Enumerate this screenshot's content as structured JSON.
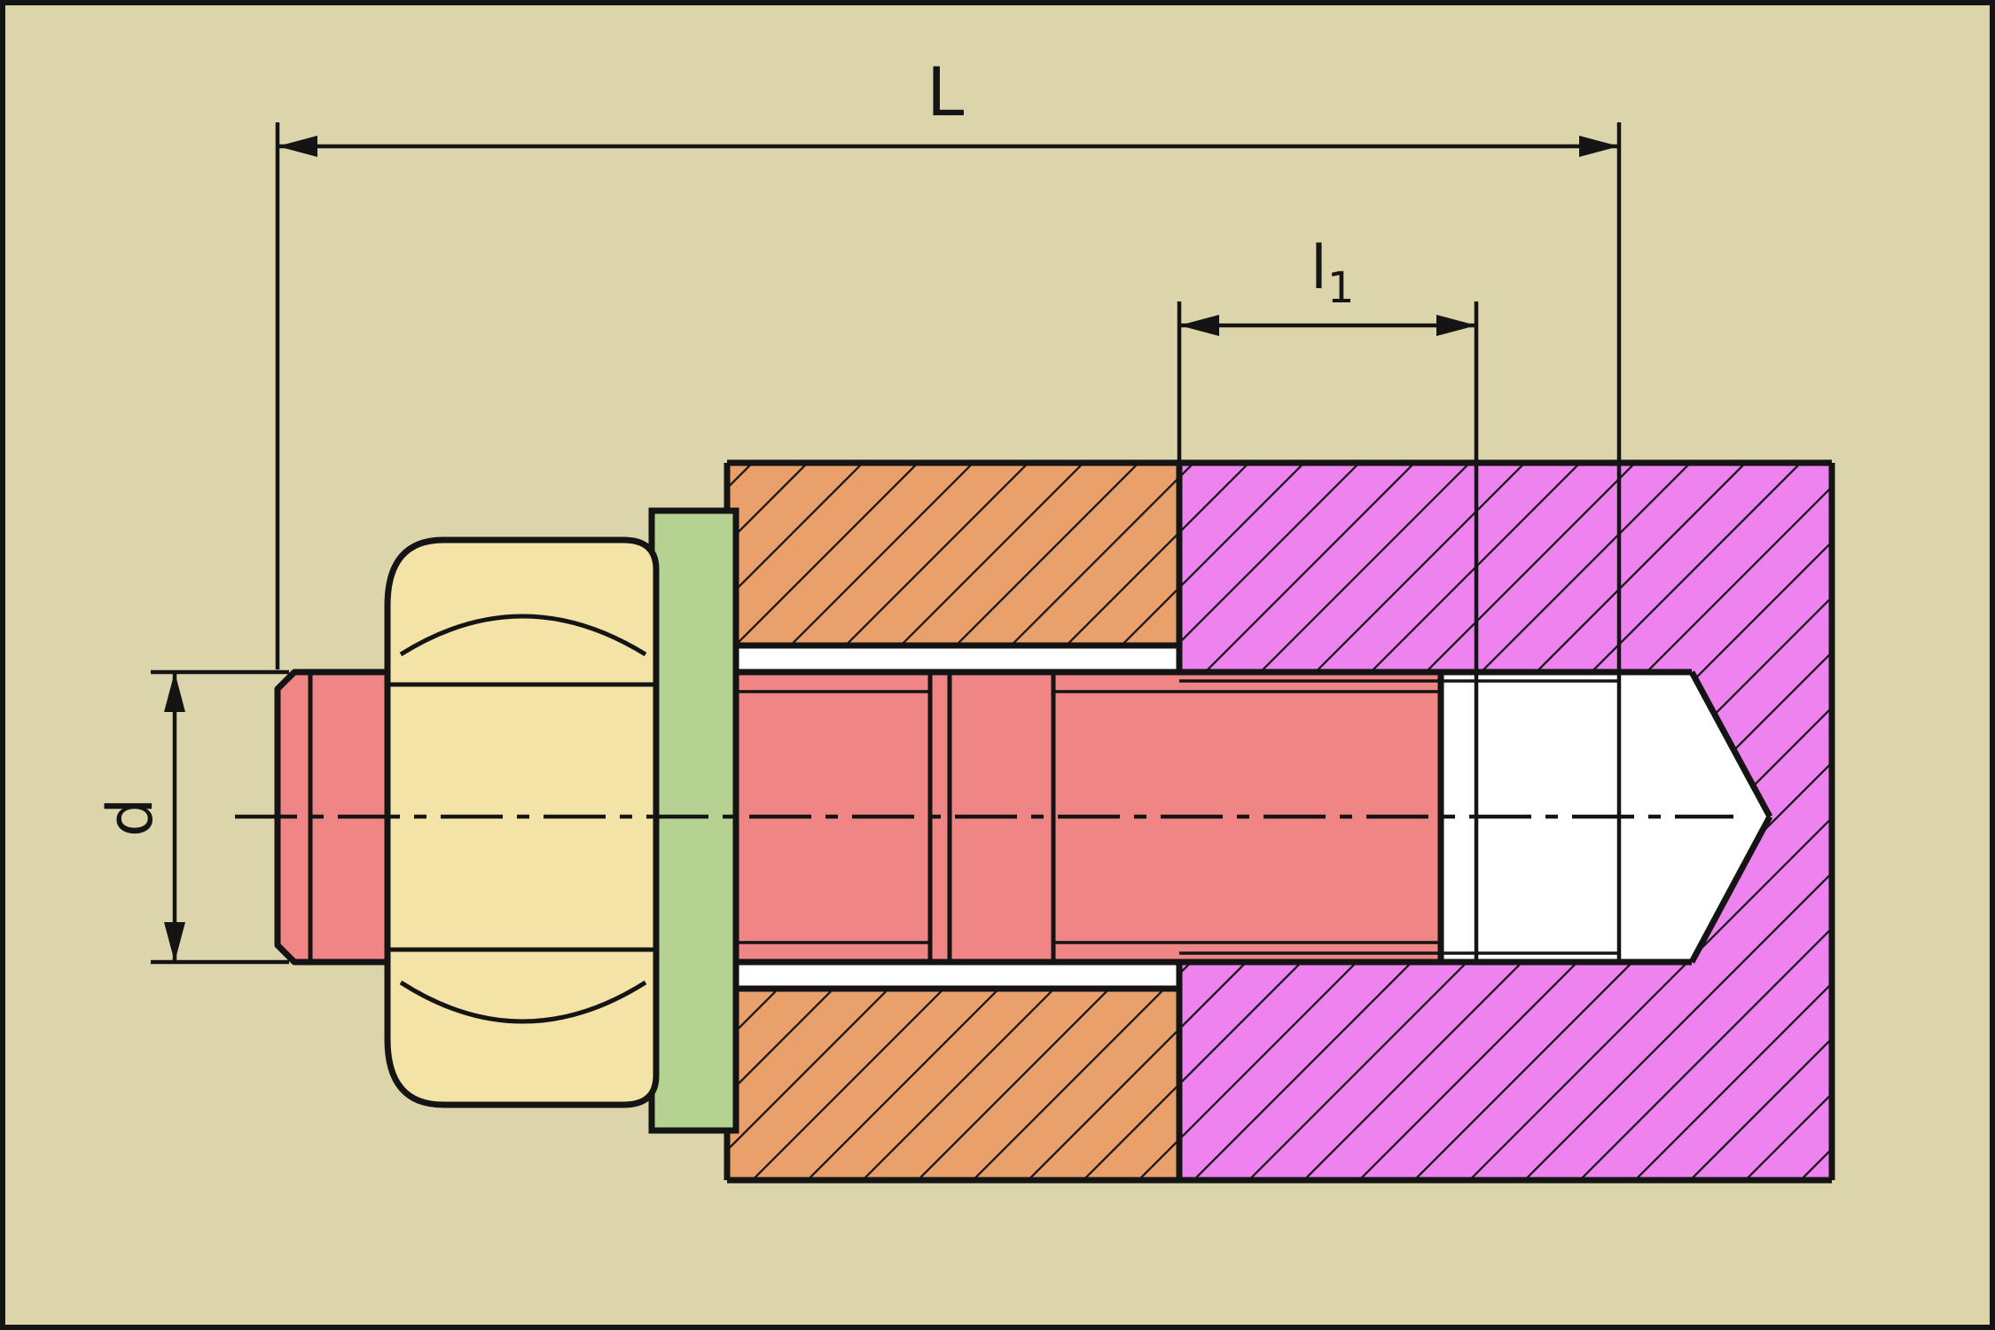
{
  "drawing": {
    "kind": "screw-joint-sectional-diagram",
    "dimensions": {
      "overall_length": {
        "label": "L"
      },
      "thread_engagement": {
        "label_base": "l",
        "label_sub": "1"
      },
      "diameter": {
        "label": "d"
      }
    },
    "colors": {
      "background": "#dcd5ab",
      "line": "#141414",
      "text": "#151515",
      "clamped_plate": "#e9a06b",
      "tapped_plate": "#ee82ee",
      "screw": "#f08585",
      "hex_head": "#f3e3a6",
      "washer": "#b6d292",
      "hole": "#ffffff"
    }
  }
}
